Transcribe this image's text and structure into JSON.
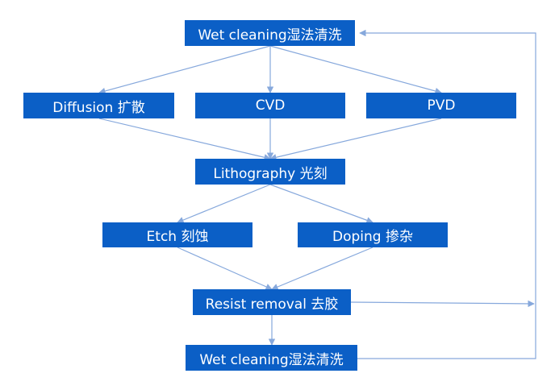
{
  "colors": {
    "box_fill": "#0b5fc6",
    "box_text": "#ffffff",
    "line": "#86a8dc"
  },
  "nodes": {
    "wet_cleaning_top": "Wet cleaning湿法清洗",
    "diffusion": "Diffusion 扩散",
    "cvd": "CVD",
    "pvd": "PVD",
    "lithography": "Lithography 光刻",
    "etch": "Etch 刻蚀",
    "doping": "Doping 掺杂",
    "resist_removal": "Resist removal 去胶",
    "wet_cleaning_bottom": "Wet cleaning湿法清洗"
  }
}
